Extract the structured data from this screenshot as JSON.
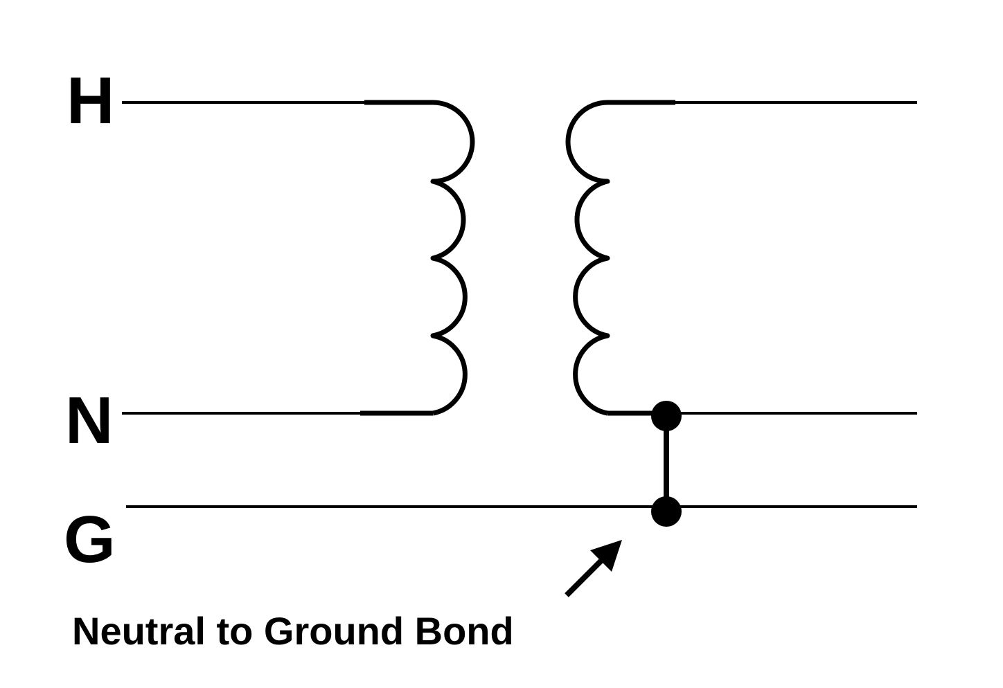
{
  "labels": {
    "hot": "H",
    "neutral": "N",
    "ground": "G"
  },
  "caption": "Neutral to Ground Bond",
  "colors": {
    "ink": "#000000",
    "background": "#ffffff"
  }
}
